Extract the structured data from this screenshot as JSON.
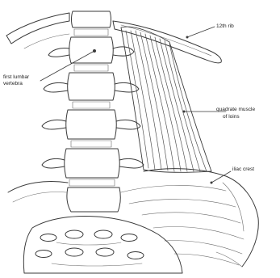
{
  "labels": {
    "rib": "12th rib",
    "vertebra_line1": "first lumbar",
    "vertebra_line2": "vertebra",
    "muscle_line1": "quadrate muscle",
    "muscle_line2": "of loins",
    "iliac": "iliac crest"
  },
  "colors": {
    "ink": "#3a3a3a",
    "light_ink": "#6a6a6a",
    "background": "#ffffff"
  }
}
